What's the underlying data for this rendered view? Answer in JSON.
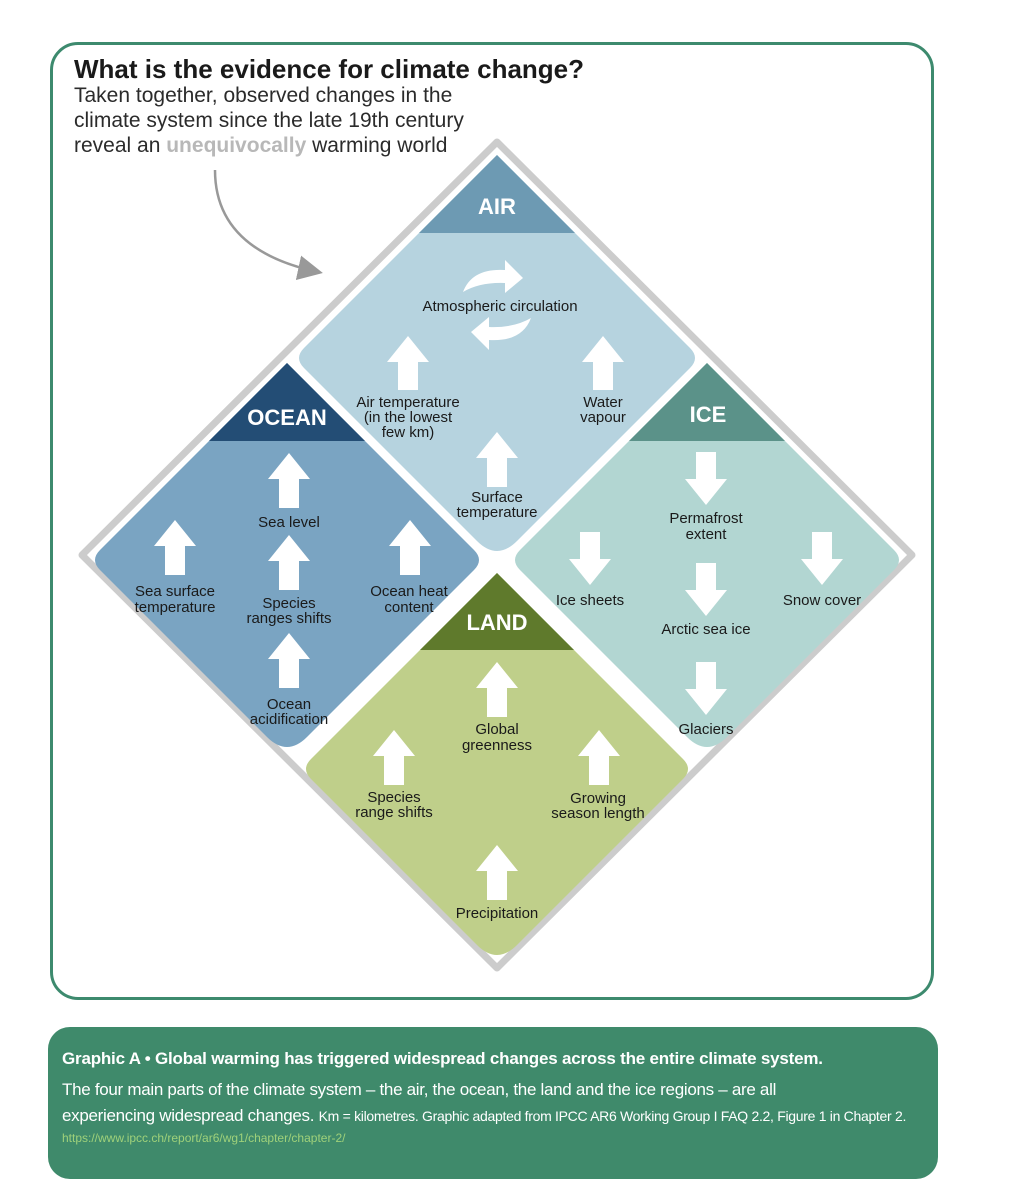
{
  "header": {
    "title": "What is the evidence for climate change?",
    "subtitle_line1": "Taken together, observed changes in the",
    "subtitle_line2": "climate system since the late 19th century",
    "subtitle_pre": "reveal an ",
    "subtitle_emphasis": "unequivocally",
    "subtitle_post": " warming world"
  },
  "quadrants": {
    "air": {
      "title": "AIR",
      "color": "#b6d3df",
      "header_color": "#6d9ab3",
      "items": {
        "circulation": "Atmospheric circulation",
        "air_temp_1": "Air temperature",
        "air_temp_2": "(in the lowest",
        "air_temp_3": "few km)",
        "water_1": "Water",
        "water_2": "vapour",
        "surface_1": "Surface",
        "surface_2": "temperature"
      }
    },
    "ocean": {
      "title": "OCEAN",
      "color": "#7aa4c2",
      "header_color": "#234d75",
      "items": {
        "sea_level": "Sea level",
        "sst_1": "Sea surface",
        "sst_2": "temperature",
        "species_1": "Species",
        "species_2": "ranges shifts",
        "heat_1": "Ocean heat",
        "heat_2": "content",
        "acid_1": "Ocean",
        "acid_2": "acidification"
      }
    },
    "ice": {
      "title": "ICE",
      "color": "#b2d6d2",
      "header_color": "#5b9289",
      "items": {
        "permafrost_1": "Permafrost",
        "permafrost_2": "extent",
        "ice_sheets": "Ice sheets",
        "snow_cover": "Snow cover",
        "arctic": "Arctic sea ice",
        "glaciers": "Glaciers"
      }
    },
    "land": {
      "title": "LAND",
      "color": "#bfcf8a",
      "header_color": "#5f7a2c",
      "items": {
        "green_1": "Global",
        "green_2": "greenness",
        "species_1": "Species",
        "species_2": "range shifts",
        "growing_1": "Growing",
        "growing_2": "season length",
        "precip": "Precipitation"
      }
    }
  },
  "caption": {
    "title": "Graphic A • Global warming has triggered widespread changes across the entire climate system.",
    "body_1": "The four main parts of the climate system – the air, the ocean, the land and the ice regions – are all",
    "body_2": "experiencing widespread changes. ",
    "body_small": "Km = kilometres. Graphic adapted from IPCC AR6 Working Group I FAQ 2.2, Figure 1 in Chapter 2.",
    "link": "https://www.ipcc.ch/report/ar6/wg1/chapter/chapter-2/"
  }
}
